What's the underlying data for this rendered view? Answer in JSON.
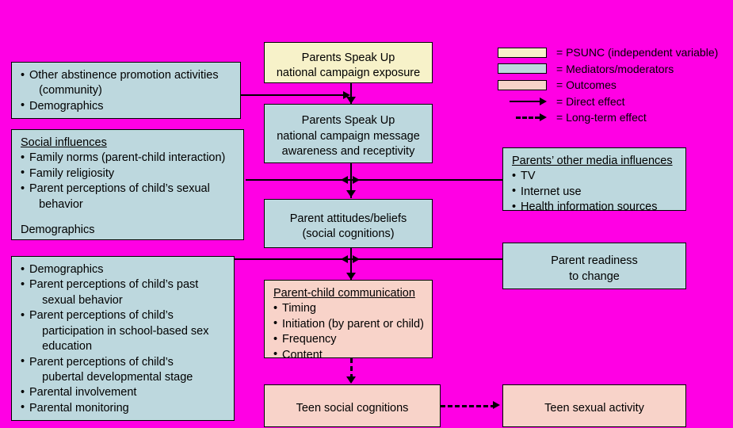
{
  "figure": {
    "background_color": "#ff00e4",
    "colors": {
      "psunc": "#f7f2c9",
      "mediator": "#bdd8de",
      "outcome": "#f8d3c9",
      "line": "#000000"
    }
  },
  "boxes": {
    "other_abstinence": {
      "type": "mediator",
      "items": [
        "Other abstinence promotion activities\n   (community)",
        "Demographics"
      ]
    },
    "social_influences": {
      "type": "mediator",
      "title": "Social influences",
      "items": [
        "Family norms (parent-child interaction)",
        "Family religiosity",
        "Parent perceptions of child’s sexual\n   behavior"
      ],
      "footer": "Demographics"
    },
    "parent_demographics": {
      "type": "mediator",
      "items": [
        "Demographics",
        "Parent perceptions of child’s past\n    sexual behavior",
        "Parent perceptions of child’s\n    participation in school-based sex\n    education",
        "Parent perceptions of child’s\n    pubertal developmental stage",
        "Parental involvement",
        "Parental monitoring"
      ]
    },
    "psunc_exposure": {
      "type": "psunc",
      "lines": [
        "Parents Speak Up",
        "national campaign exposure"
      ]
    },
    "psunc_awareness": {
      "type": "mediator",
      "lines": [
        "Parents Speak Up",
        "national campaign message",
        "awareness and receptivity"
      ]
    },
    "parent_attitudes": {
      "type": "mediator",
      "lines": [
        "Parent attitudes/beliefs",
        "(social cognitions)"
      ]
    },
    "parent_child_comm": {
      "type": "outcome",
      "title": "Parent-child communication",
      "items": [
        "Timing",
        "Initiation (by parent or child)",
        "Frequency",
        "Content"
      ]
    },
    "teen_social_cognitions": {
      "type": "outcome",
      "lines": [
        "Teen social cognitions"
      ]
    },
    "teen_sexual_activity": {
      "type": "outcome",
      "lines": [
        "Teen sexual activity"
      ]
    },
    "parents_other_media": {
      "type": "mediator",
      "title": "Parents’ other media influences",
      "items": [
        "TV",
        "Internet use",
        "Health information sources"
      ]
    },
    "parent_readiness": {
      "type": "mediator",
      "lines": [
        "Parent readiness",
        "to change"
      ]
    }
  },
  "legend": {
    "rows": [
      {
        "kind": "swatch",
        "color": "#f7f2c9",
        "label": "= PSUNC (independent variable)"
      },
      {
        "kind": "swatch",
        "color": "#bdd8de",
        "label": "= Mediators/moderators"
      },
      {
        "kind": "swatch",
        "color": "#f8d3c9",
        "label": "= Outcomes"
      },
      {
        "kind": "arrow-solid",
        "label": "= Direct effect"
      },
      {
        "kind": "arrow-dashed",
        "label": "= Long-term effect"
      }
    ]
  }
}
